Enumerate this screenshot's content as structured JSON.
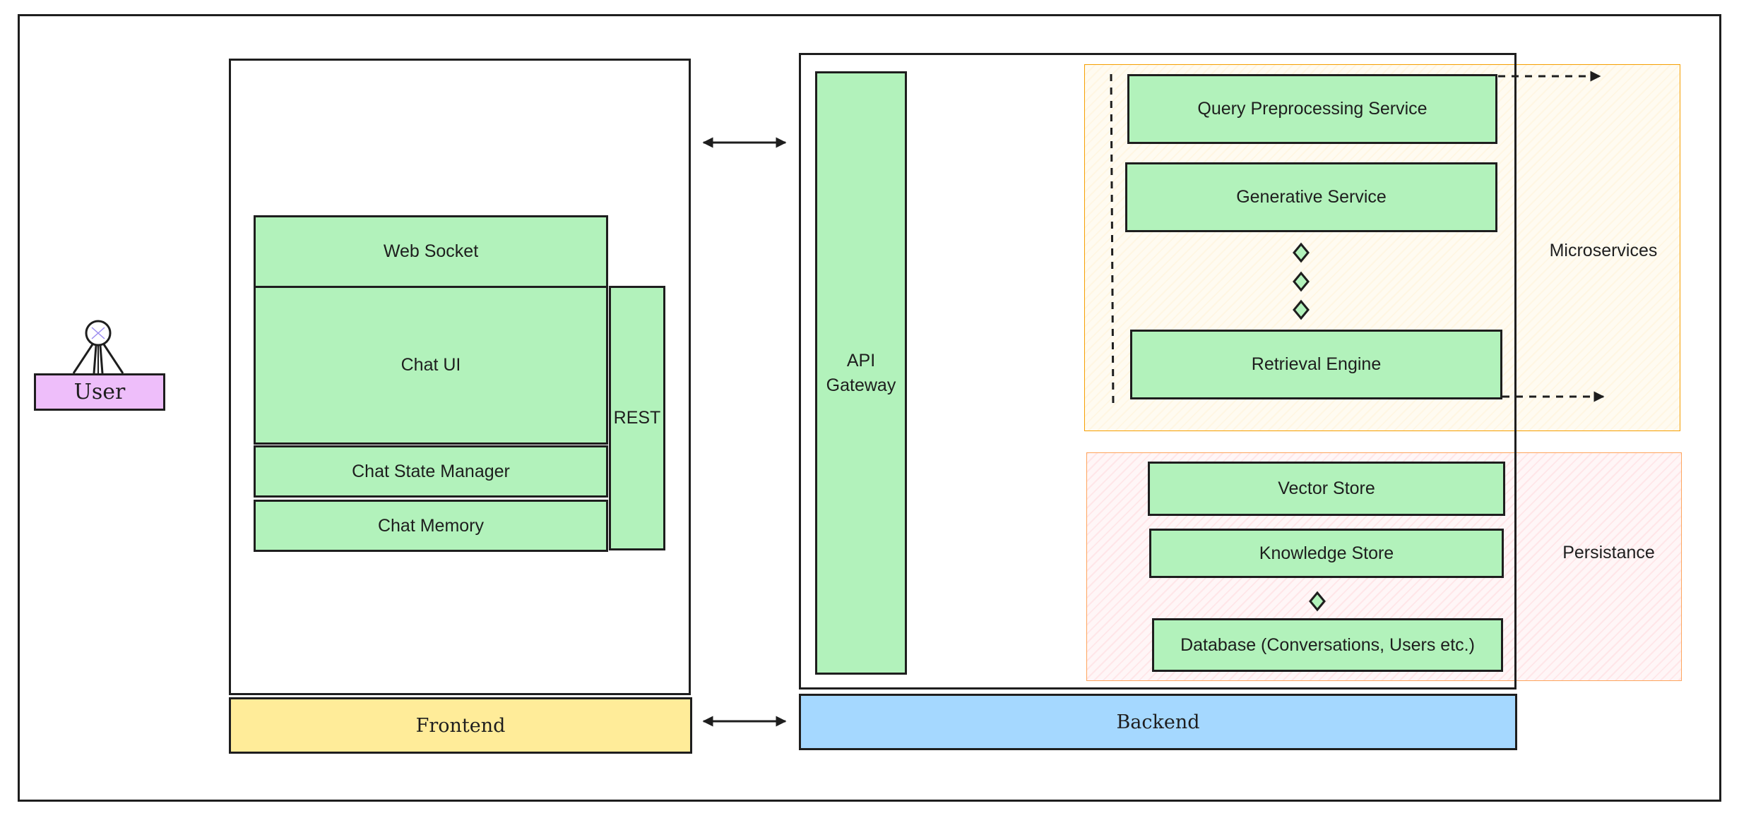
{
  "user": {
    "label": "User"
  },
  "frontend": {
    "label": "Frontend",
    "web_socket": "Web Socket",
    "chat_ui": "Chat UI",
    "chat_state_manager": "Chat State Manager",
    "chat_memory": "Chat Memory",
    "rest": "REST"
  },
  "backend": {
    "label": "Backend",
    "api_gateway": "API Gateway",
    "microservices": {
      "label": "Microservices",
      "items": [
        "Query Preprocessing Service",
        "Generative Service",
        "Retrieval Engine"
      ]
    },
    "persistence": {
      "label": "Persistance",
      "items": [
        "Vector Store",
        "Knowledge Store",
        "Database (Conversations, Users etc.)"
      ]
    }
  },
  "colors": {
    "component_fill": "#b2f2bb",
    "frontend_fill": "#ffec99",
    "backend_fill": "#a5d8ff",
    "user_fill": "#eebefa",
    "stroke": "#1e1e1e",
    "region_stroke": "#f59f00"
  }
}
